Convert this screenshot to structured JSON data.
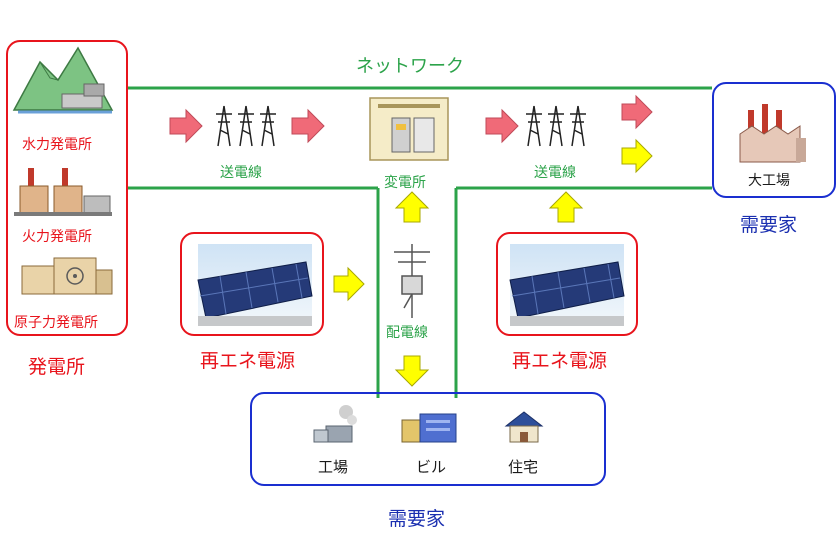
{
  "network_label": "ネットワーク",
  "generation": {
    "plants": [
      "水力発電所",
      "火力発電所",
      "原子力発電所"
    ],
    "group_label": "発電所"
  },
  "transmission_left": "送電線",
  "transmission_right": "送電線",
  "substation": "変電所",
  "distribution": "配電線",
  "renewable_left": "再エネ電源",
  "renewable_right": "再エネ電源",
  "large_consumer": {
    "facility": "大工場",
    "group_label": "需要家"
  },
  "small_consumers": {
    "items": [
      "工場",
      "ビル",
      "住宅"
    ],
    "group_label": "需要家"
  },
  "colors": {
    "line": "#2ca34a",
    "red_accent": "#e8141c",
    "blue_accent": "#1a2fd0",
    "arrow_pink": "#f06a78",
    "arrow_yellow": "#ffff00"
  },
  "icons": [
    "hydro-plant-icon",
    "thermal-plant-icon",
    "nuclear-plant-icon",
    "transmission-tower-icon",
    "substation-icon",
    "utility-pole-icon",
    "solar-panel-icon",
    "factory-icon",
    "building-icon",
    "house-icon",
    "large-factory-icon"
  ]
}
